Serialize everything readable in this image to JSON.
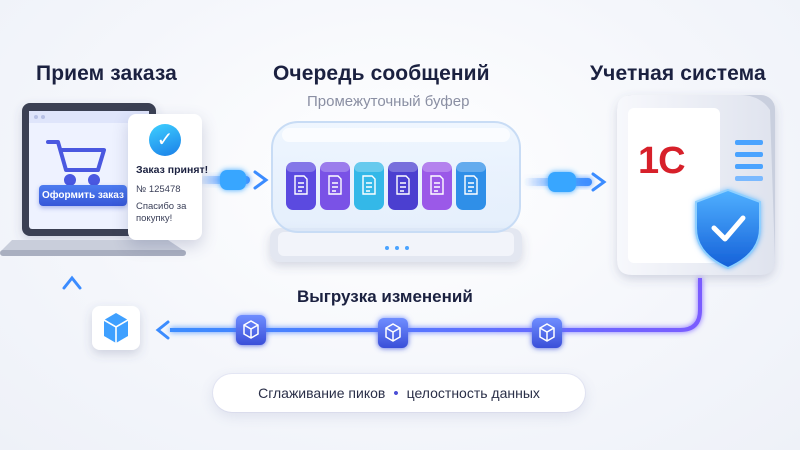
{
  "titles": {
    "order_intake": "Прием заказа",
    "message_queue": "Очередь сообщений",
    "queue_subtitle": "Промежуточный буфер",
    "accounting_system": "Учетная система"
  },
  "order_window": {
    "button_label": "Оформить заказ",
    "confirmation_title": "Заказ принят!",
    "order_number": "№ 125478",
    "thanks_text": "Спасибо за покупку!"
  },
  "accounting": {
    "logo_text": "1С",
    "logo_color": "#d7202a"
  },
  "flow": {
    "export_label": "Выгрузка изменений"
  },
  "footer": {
    "left_text": "Сглаживание пиков",
    "separator": "•",
    "right_text": "целостность данных"
  },
  "colors": {
    "accent": "#4b4fd6",
    "flow_blue": "#3b8cff",
    "shield": "#1a7fe8"
  },
  "queue_messages": [
    {
      "color": "#5b4ae0",
      "icon": "document-icon"
    },
    {
      "color": "#7a52e6",
      "icon": "document-icon"
    },
    {
      "color": "#34b8e8",
      "icon": "document-icon"
    },
    {
      "color": "#4b3fd0",
      "icon": "document-icon"
    },
    {
      "color": "#9b59e8",
      "icon": "document-icon"
    },
    {
      "color": "#2f8fe8",
      "icon": "document-icon"
    }
  ]
}
